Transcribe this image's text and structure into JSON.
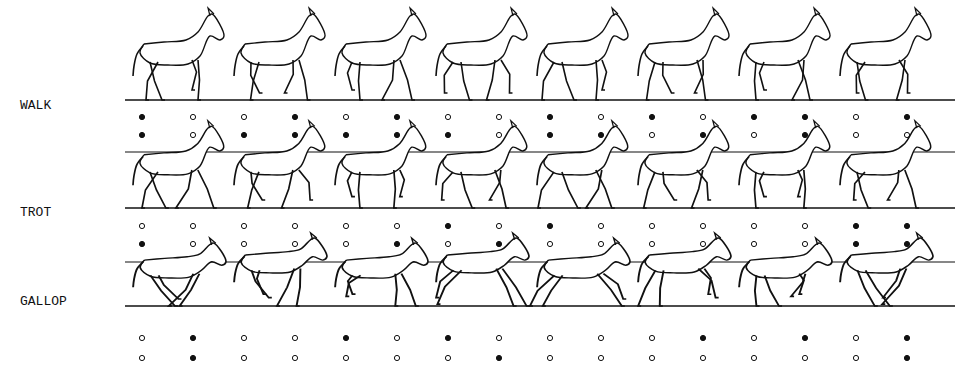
{
  "diagram": {
    "labels": [
      "WALK",
      "TROT",
      "GALLOP"
    ]
  }
}
